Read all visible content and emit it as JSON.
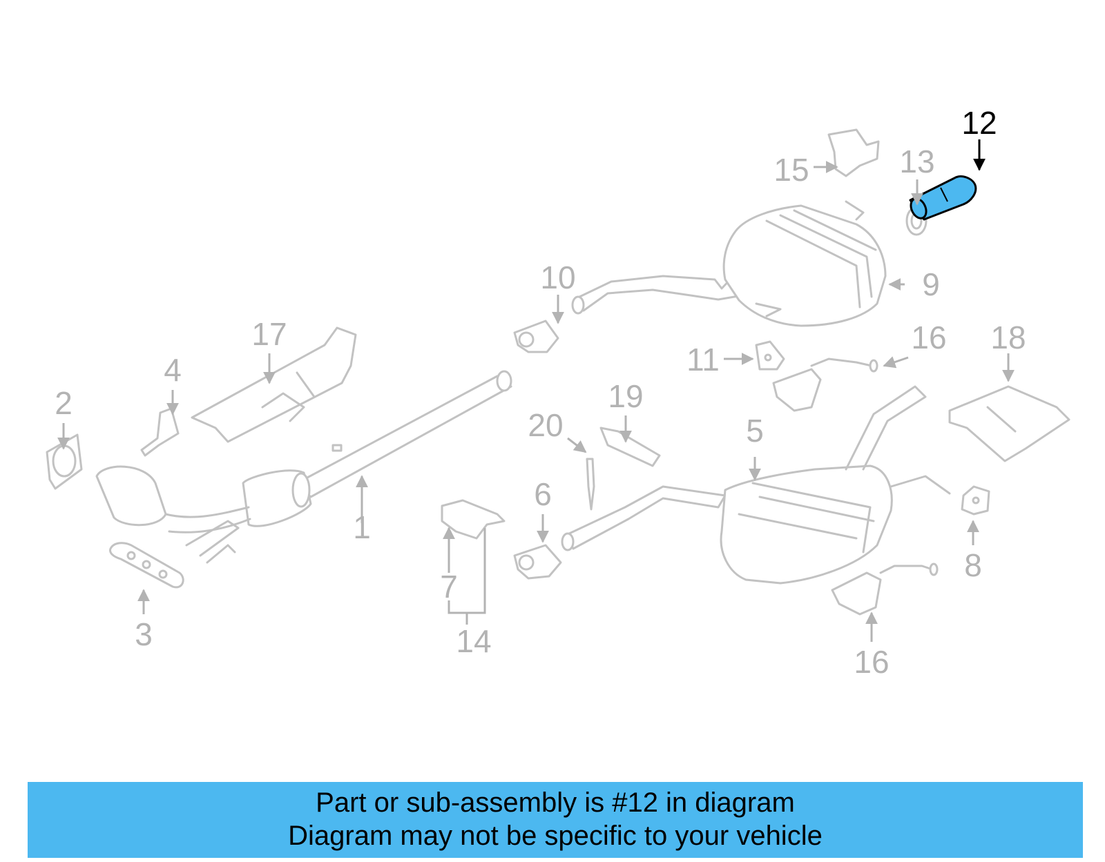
{
  "diagram": {
    "highlighted_part": "12",
    "highlight_color": "#4cb8f0",
    "inactive_color": "#b3b3b3",
    "callouts": {
      "c1": "1",
      "c2": "2",
      "c3": "3",
      "c4": "4",
      "c5": "5",
      "c6": "6",
      "c7": "7",
      "c8": "8",
      "c9": "9",
      "c10": "10",
      "c11": "11",
      "c12": "12",
      "c13": "13",
      "c14": "14",
      "c15": "15",
      "c16a": "16",
      "c16b": "16",
      "c17": "17",
      "c18": "18",
      "c19": "19",
      "c20": "20"
    }
  },
  "banner": {
    "line1": "Part or sub-assembly is #12 in diagram",
    "line2": "Diagram may not be specific to your vehicle",
    "background": "#4cb8f0"
  }
}
